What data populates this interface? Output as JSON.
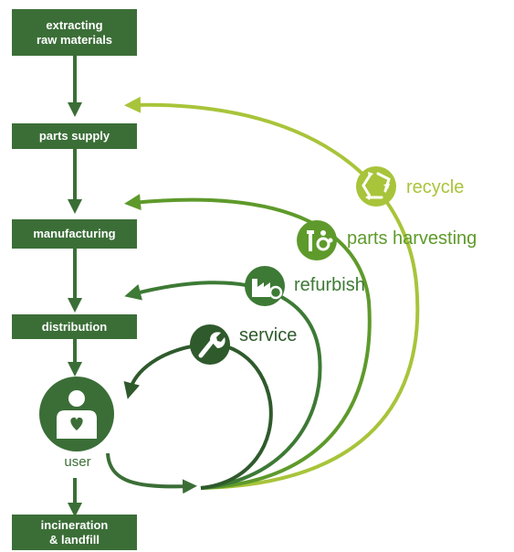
{
  "stages": [
    {
      "label": "extracting\nraw materials"
    },
    {
      "label": "parts supply"
    },
    {
      "label": "manufacturing"
    },
    {
      "label": "distribution"
    },
    {
      "label": "incineration\n& landfill"
    }
  ],
  "user": {
    "label": "user"
  },
  "loops": [
    {
      "label": "service",
      "icon": "wrench-icon",
      "color": "#2f5a2c"
    },
    {
      "label": "refurbish",
      "icon": "factory-icon",
      "color": "#3d7a35"
    },
    {
      "label": "parts harvesting",
      "icon": "gears-icon",
      "color": "#5e9a2b"
    },
    {
      "label": "recycle",
      "icon": "recycle-icon",
      "color": "#a8c43a"
    }
  ],
  "colors": {
    "box": "#3b6e37",
    "arrow": "#3b6e37",
    "user_circle": "#3b6e37"
  }
}
